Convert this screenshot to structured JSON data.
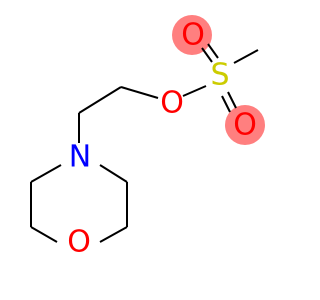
{
  "molecule": {
    "atoms": {
      "o_ring": {
        "label": "O",
        "color": "#ff0000"
      },
      "n_ring": {
        "label": "N",
        "color": "#0000ff"
      },
      "o_ester": {
        "label": "O",
        "color": "#ff0000"
      },
      "s": {
        "label": "S",
        "color": "#cccc00"
      },
      "o_top": {
        "label": "O",
        "color": "#ff0000"
      },
      "o_right": {
        "label": "O",
        "color": "#ff0000"
      }
    },
    "highlight_color": "#ff7f7f"
  }
}
